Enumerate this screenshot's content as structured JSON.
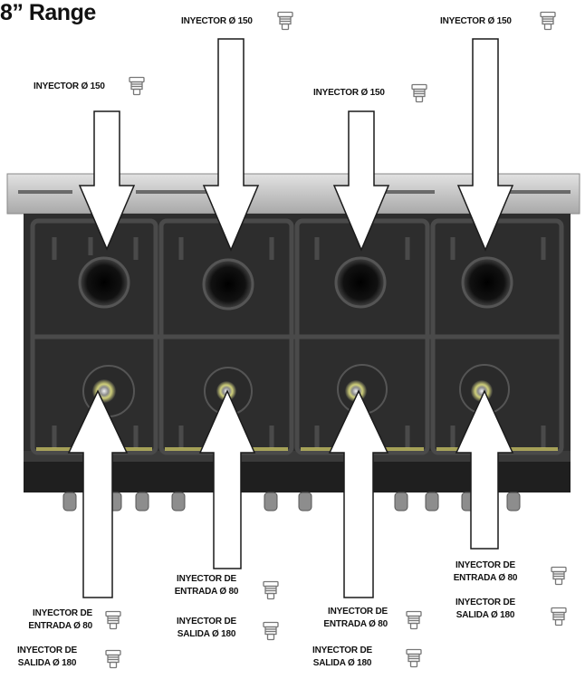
{
  "title": "8” Range",
  "labels": {
    "inj_150": "INYECTOR Ø 150",
    "in_80_split": "INYECTOR DE\nENTRADA Ø 80",
    "out_180_split": "INYECTOR DE\nSALIDA Ø 180"
  },
  "icons": {
    "injector": "injector-icon"
  },
  "colors": {
    "stove_body": "#2b2b2b",
    "grate": "#3a3a3a",
    "panel": "#c9c9c9",
    "arrow_fill": "#ffffff",
    "arrow_stroke": "#1a1a1a"
  }
}
